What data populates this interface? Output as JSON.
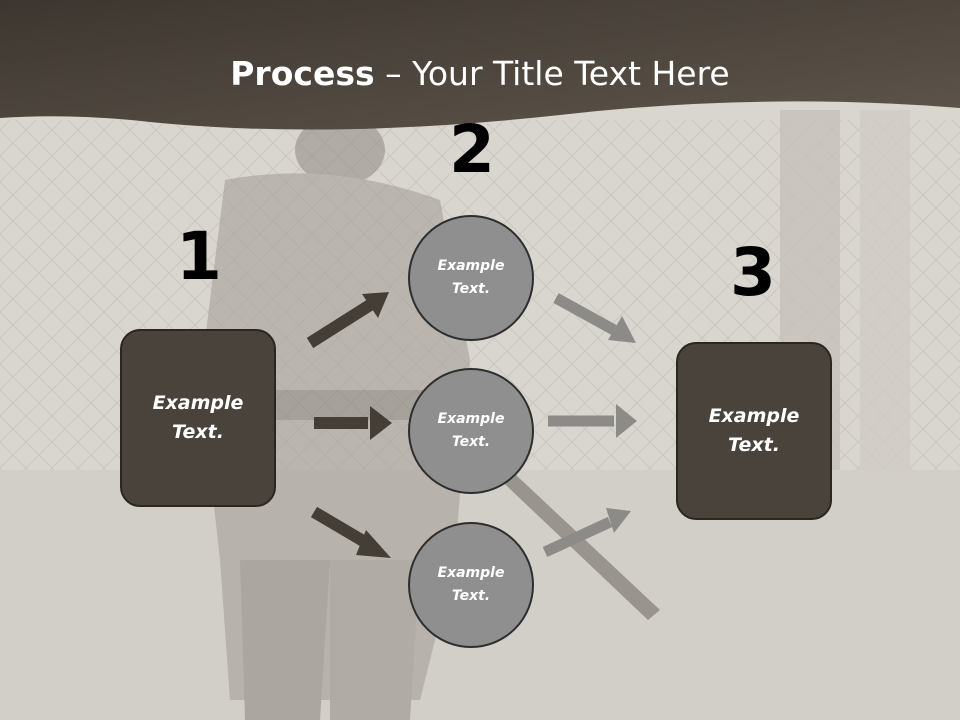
{
  "title": {
    "bold": "Process",
    "rest": " – Your Title Text Here"
  },
  "steps": {
    "one": "1",
    "two": "2",
    "three": "3"
  },
  "boxes": {
    "left": "Example\nText.",
    "right": "Example\nText."
  },
  "circles": [
    "Example\nText.",
    "Example\nText.",
    "Example\nText."
  ],
  "colors": {
    "header": "#4f473e",
    "box_fill": "#4a433c",
    "circle_fill": "#8f8f8f",
    "dark_arrow": "#453e36",
    "light_arrow": "#8d8b88"
  }
}
